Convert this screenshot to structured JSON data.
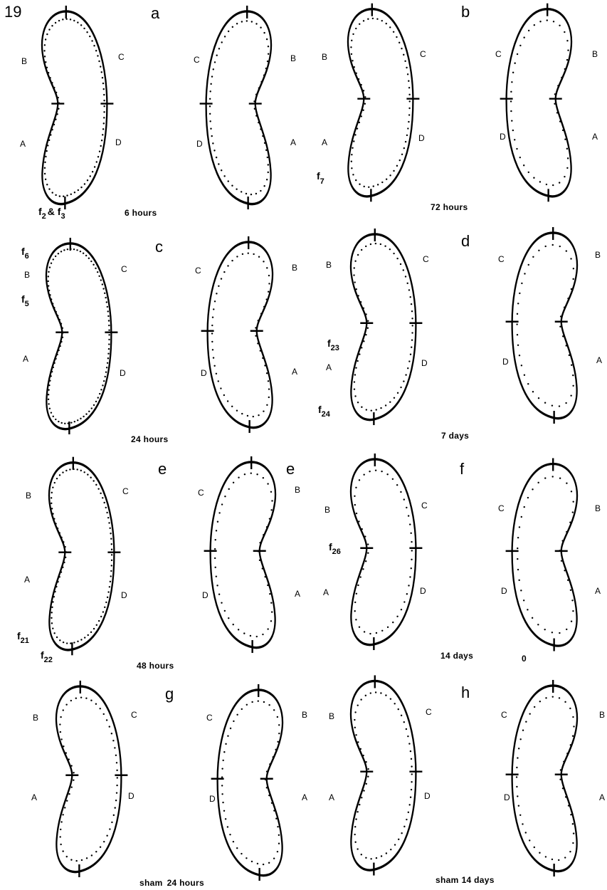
{
  "figure_number": "19",
  "quadrant_labels": {
    "a": "A",
    "b": "B",
    "c": "C",
    "d": "D"
  },
  "panels": [
    {
      "letter": "a",
      "caption": "6 hours",
      "f_label_main": "f",
      "f_label_sub": "2",
      "f_label_extra": "& f",
      "f_label_sub2": "3"
    },
    {
      "letter": "b",
      "caption": "72 hours",
      "f_label_main": "f",
      "f_label_sub": "7"
    },
    {
      "letter": "c",
      "caption": "24  hours",
      "f_top_main": "f",
      "f_top_sub": "6",
      "f_mid_main": "f",
      "f_mid_sub": "5"
    },
    {
      "letter": "d",
      "caption": "7 days",
      "f_mid_main": "f",
      "f_mid_sub": "23",
      "f_bot_main": "f",
      "f_bot_sub": "24"
    },
    {
      "letter": "e",
      "letter_right": "e",
      "caption": "48 hours",
      "f_a_main": "f",
      "f_a_sub": "21",
      "f_b_main": "f",
      "f_b_sub": "22"
    },
    {
      "letter": "f",
      "caption": "14 days",
      "extra_caption": "0",
      "f_mid_main": "f",
      "f_mid_sub": "26"
    },
    {
      "letter": "g",
      "caption_prefix": "sham",
      "caption": "24 hours"
    },
    {
      "letter": "h",
      "caption_prefix": "sham",
      "caption": "14 days"
    }
  ]
}
